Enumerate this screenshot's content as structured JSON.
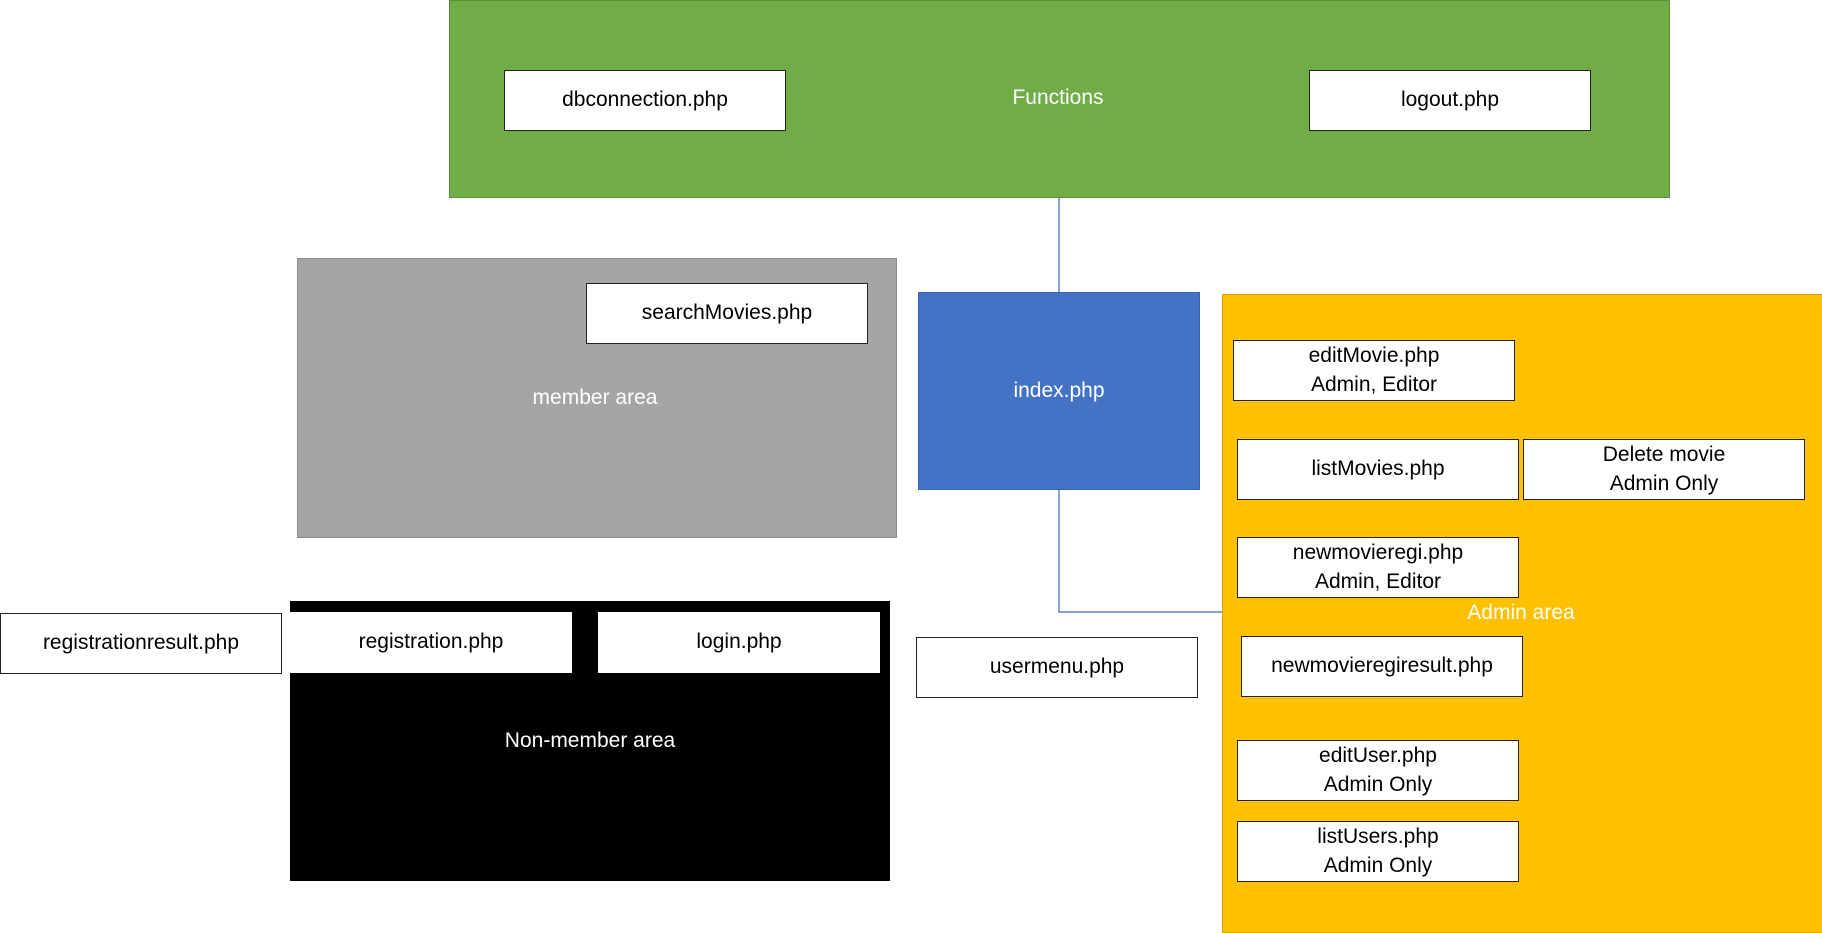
{
  "colors": {
    "functions_bg": "#70ad47",
    "member_bg": "#a5a5a5",
    "index_bg": "#4472c4",
    "admin_bg": "#ffc000",
    "nonmember_bg": "#000000",
    "connector": "#5b87c5"
  },
  "areas": {
    "functions": "Functions",
    "member": "member area",
    "index": "index.php",
    "admin": "Admin area",
    "nonmember": "Non-member area"
  },
  "nodes": {
    "dbconnection": "dbconnection.php",
    "logout": "logout.php",
    "searchmovies": "searchMovies.php",
    "editmovie": {
      "line1": "editMovie.php",
      "line2": "Admin, Editor"
    },
    "listmovies": "listMovies.php",
    "deletemovie": {
      "line1": "Delete movie",
      "line2": "Admin Only"
    },
    "newmovieregi": {
      "line1": "newmovieregi.php",
      "line2": "Admin, Editor"
    },
    "newmovieregiresult": "newmovieregiresult.php",
    "edituser": {
      "line1": "editUser.php",
      "line2": "Admin Only"
    },
    "listusers": {
      "line1": "listUsers.php",
      "line2": "Admin Only"
    },
    "usermenu": "usermenu.php",
    "registrationresult": "registrationresult.php",
    "registration": "registration.php",
    "login": "login.php"
  }
}
